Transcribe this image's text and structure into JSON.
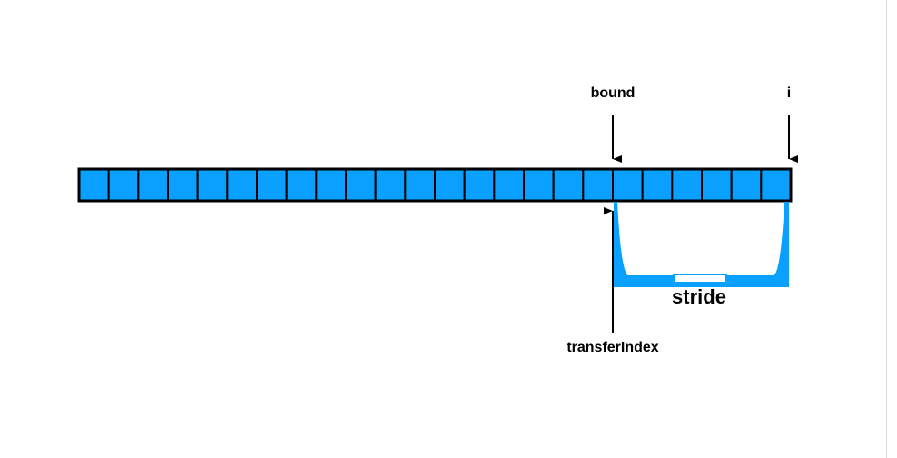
{
  "array": {
    "cell_count": 24,
    "cell_color": "#0aa0ff",
    "border_color": "#000000"
  },
  "labels": {
    "bound": "bound",
    "i": "i",
    "stride": "stride",
    "transfer_index": "transferIndex"
  },
  "pointers": {
    "bound_cell_index": 18,
    "i_cell_index": 23,
    "transfer_index_cell_index": 18
  },
  "colors": {
    "stride_bracket": "#0aa0ff",
    "stride_tab": "#ffffff",
    "arrow": "#000000"
  }
}
